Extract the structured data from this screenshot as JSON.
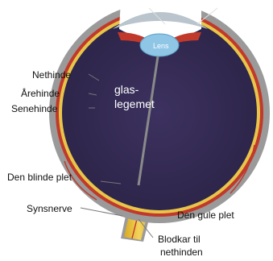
{
  "labels": {
    "lens": "Lens",
    "vitreous_line1": "glas-",
    "vitreous_line2": "legemet",
    "retina": "Nethinde",
    "choroid": "Årehinde",
    "sclera": "Senehinde",
    "blind_spot": "Den blinde plet",
    "optic_nerve": "Synsnerve",
    "macula": "Den gule plet",
    "vessels_line1": "Blodkar til",
    "vessels_line2": "nethinden"
  },
  "colors": {
    "sclera": "#9a9a9a",
    "choroid": "#c0392b",
    "retina": "#e8c54a",
    "vitreous": "#3a2f5c",
    "lens": "#8fc6e6",
    "nerve": "#e9c23b",
    "background": "#ffffff"
  }
}
